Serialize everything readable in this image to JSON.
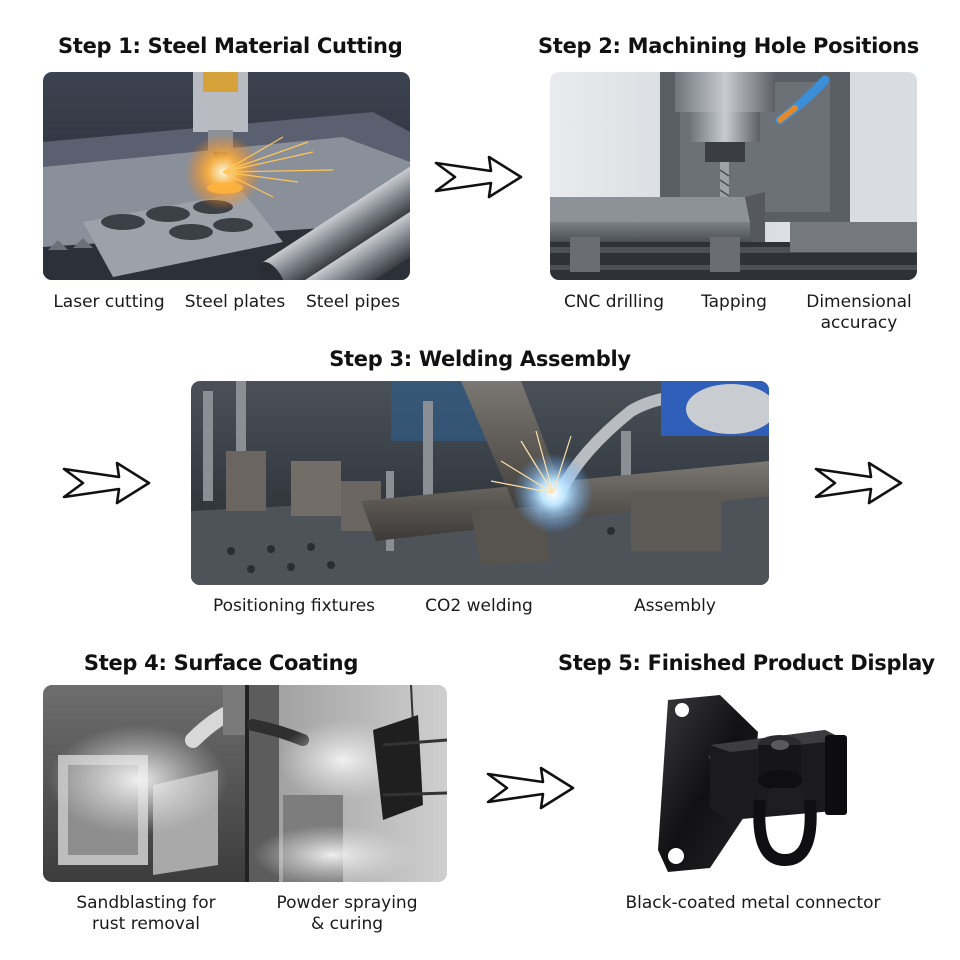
{
  "steps": [
    {
      "title": "Step 1: Steel Material Cutting",
      "captions": [
        "Laser cutting",
        "Steel plates",
        "Steel pipes"
      ]
    },
    {
      "title": "Step 2: Machining Hole Positions",
      "captions": [
        "CNC drilling",
        "Tapping",
        "Dimensional\naccuracy"
      ]
    },
    {
      "title": "Step 3: Welding Assembly",
      "captions": [
        "Positioning fixtures",
        "CO2 welding",
        "Assembly"
      ]
    },
    {
      "title": "Step 4: Surface Coating",
      "captions": [
        "Sandblasting for\nrust removal",
        "Powder spraying\n& curing"
      ]
    },
    {
      "title": "Step 5: Finished Product Display",
      "captions": [
        "Black-coated metal connector"
      ]
    }
  ],
  "icons": {
    "flow_arrow": "outlined-right-arrow-icon"
  },
  "colors": {
    "text": "#111111",
    "arrow_stroke": "#111111",
    "spark": "#ffb23c",
    "weld_arc": "#bfe6ff",
    "coolant_nozzle": "#3a8fd8",
    "glove": "#2f5fb8"
  }
}
